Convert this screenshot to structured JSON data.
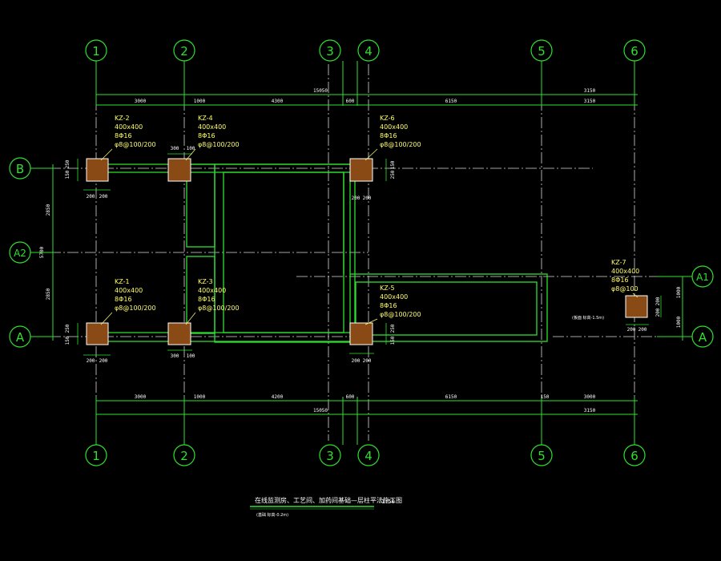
{
  "colors": {
    "background": "#000000",
    "grid_line": "#ffffff",
    "dimension": "#2fe02f",
    "wall": "#2fe02f",
    "axis_bubble": "#2fe02f",
    "column_fill": "#8a4a16",
    "column_outline": "#ffffff",
    "label": "#ffff66"
  },
  "axes": {
    "top": [
      "1",
      "2",
      "3",
      "4",
      "5",
      "6"
    ],
    "bottom": [
      "1",
      "2",
      "3",
      "4",
      "5",
      "6"
    ],
    "left": [
      "B",
      "A2",
      "A"
    ],
    "right": [
      "A1",
      "A"
    ]
  },
  "dims": {
    "top_total": "15050",
    "top_total_right": "3150",
    "top_segments": [
      "3000",
      "1000",
      "4300",
      "600",
      "6150",
      "3150"
    ],
    "bottom_segments": [
      "3000",
      "1000",
      "4200",
      "600",
      "6150",
      "150",
      "3000"
    ],
    "bottom_total": "15050",
    "bottom_total_right": "3150",
    "left_upper": "2850",
    "left_lower": "2850",
    "left_total": "5700",
    "right_upper": "1000",
    "right_lower": "1000"
  },
  "columns": [
    {
      "id": "KZ-2",
      "size": "400x400",
      "rebar": "8Φ16",
      "stirrup": "φ8@100/200"
    },
    {
      "id": "KZ-4",
      "size": "400x400",
      "rebar": "8Φ16",
      "stirrup": "φ8@100/200"
    },
    {
      "id": "KZ-6",
      "size": "400x400",
      "rebar": "8Φ16",
      "stirrup": "φ8@100/200"
    },
    {
      "id": "KZ-1",
      "size": "400x400",
      "rebar": "8Φ16",
      "stirrup": "φ8@100/200"
    },
    {
      "id": "KZ-3",
      "size": "400x400",
      "rebar": "8Φ16",
      "stirrup": "φ8@100/200"
    },
    {
      "id": "KZ-5",
      "size": "400x400",
      "rebar": "8Φ16",
      "stirrup": "φ8@100/200"
    },
    {
      "id": "KZ-7",
      "size": "400x400",
      "rebar": "8Φ16",
      "stirrup": "φ8@100"
    }
  ],
  "small_dims": {
    "d200": "200",
    "d100": "100",
    "d300": "300",
    "d150": "150",
    "d250": "250"
  },
  "notes": {
    "slab_note": "(板面 标高-1.5m)"
  },
  "title": {
    "main": "在线监测房、工艺间、加药间基础—层柱平法施工图",
    "scale": "1:50",
    "sub": "(基础 标高-0.2m)"
  }
}
